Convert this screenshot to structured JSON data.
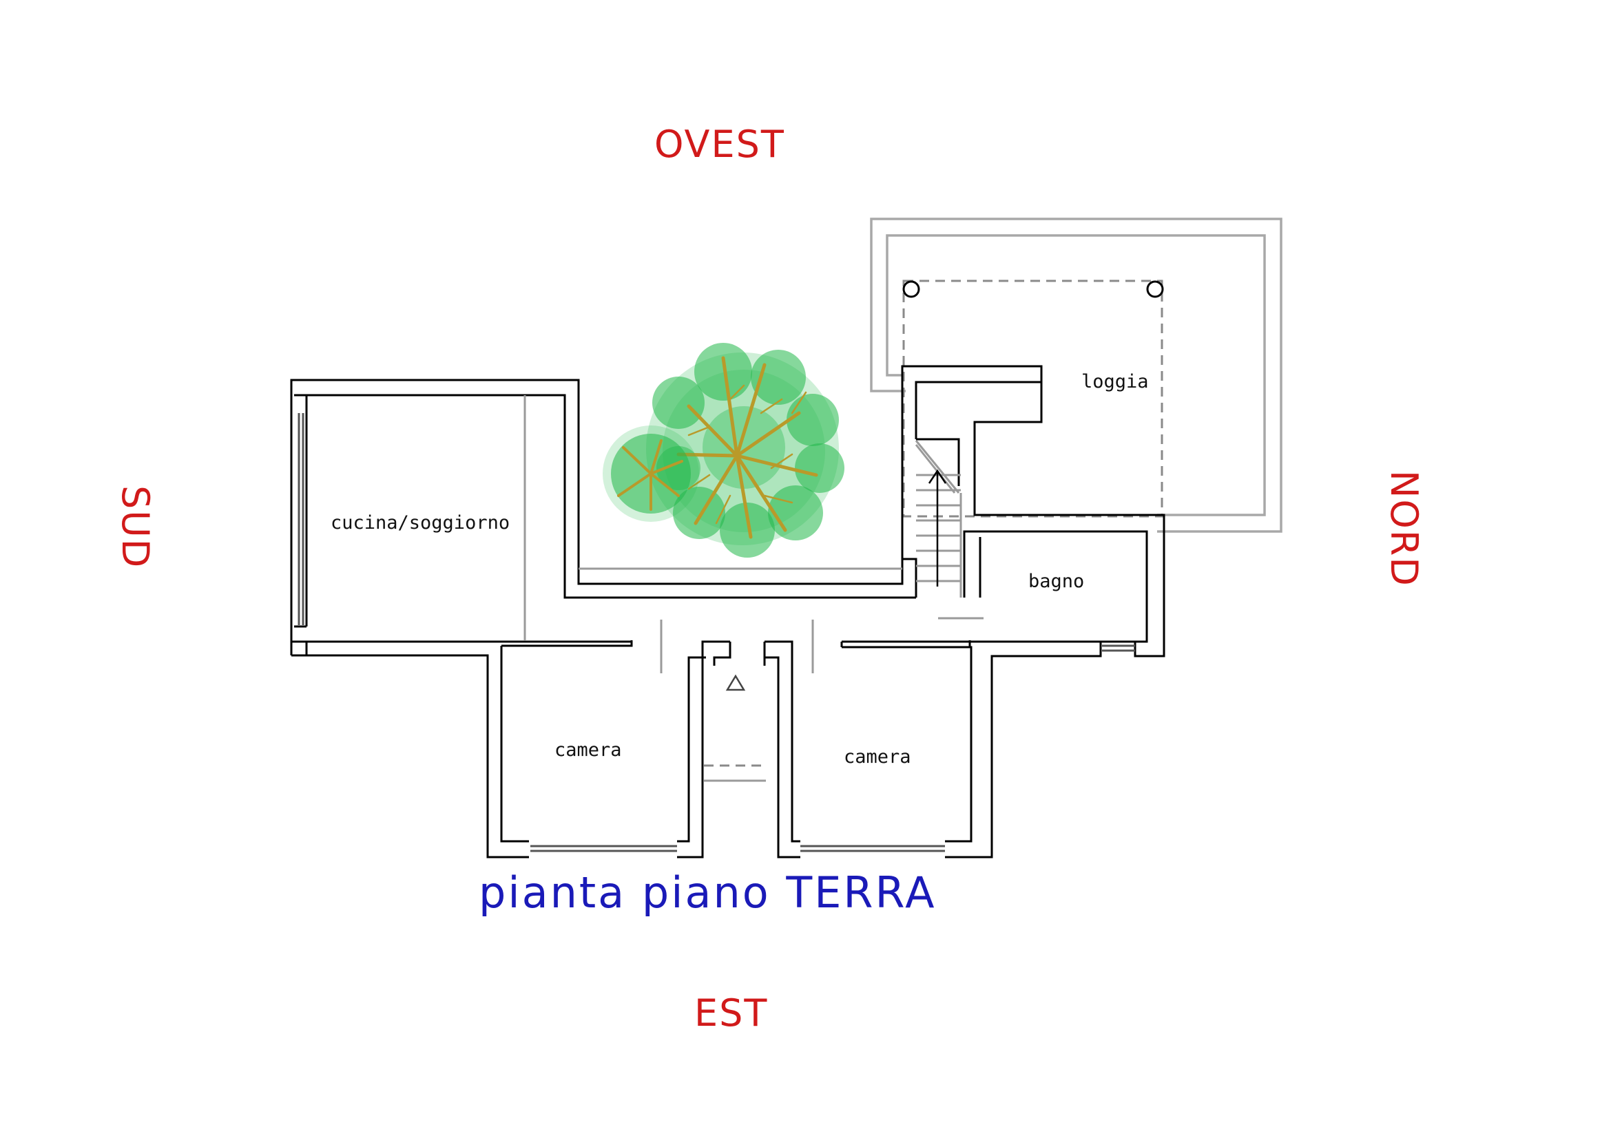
{
  "compass": {
    "west": "OVEST",
    "east": "EST",
    "south": "SUD",
    "north": "NORD"
  },
  "rooms": {
    "kitchen_living": "cucina/soggiorno",
    "bedroom_left": "camera",
    "bedroom_right": "camera",
    "bathroom": "bagno",
    "loggia": "loggia"
  },
  "title": "pianta piano TERRA",
  "colors": {
    "compass_labels": "#d11a1a",
    "title": "#1a1ab8",
    "walls": "#000000",
    "secondary_lines": "#a8a8a8",
    "tree_foliage": "#22b84a",
    "tree_branches": "#b99a2a"
  },
  "icons": [
    "tree-plan-symbol",
    "staircase-up-arrow",
    "north-triangle-marker",
    "column-marker"
  ]
}
